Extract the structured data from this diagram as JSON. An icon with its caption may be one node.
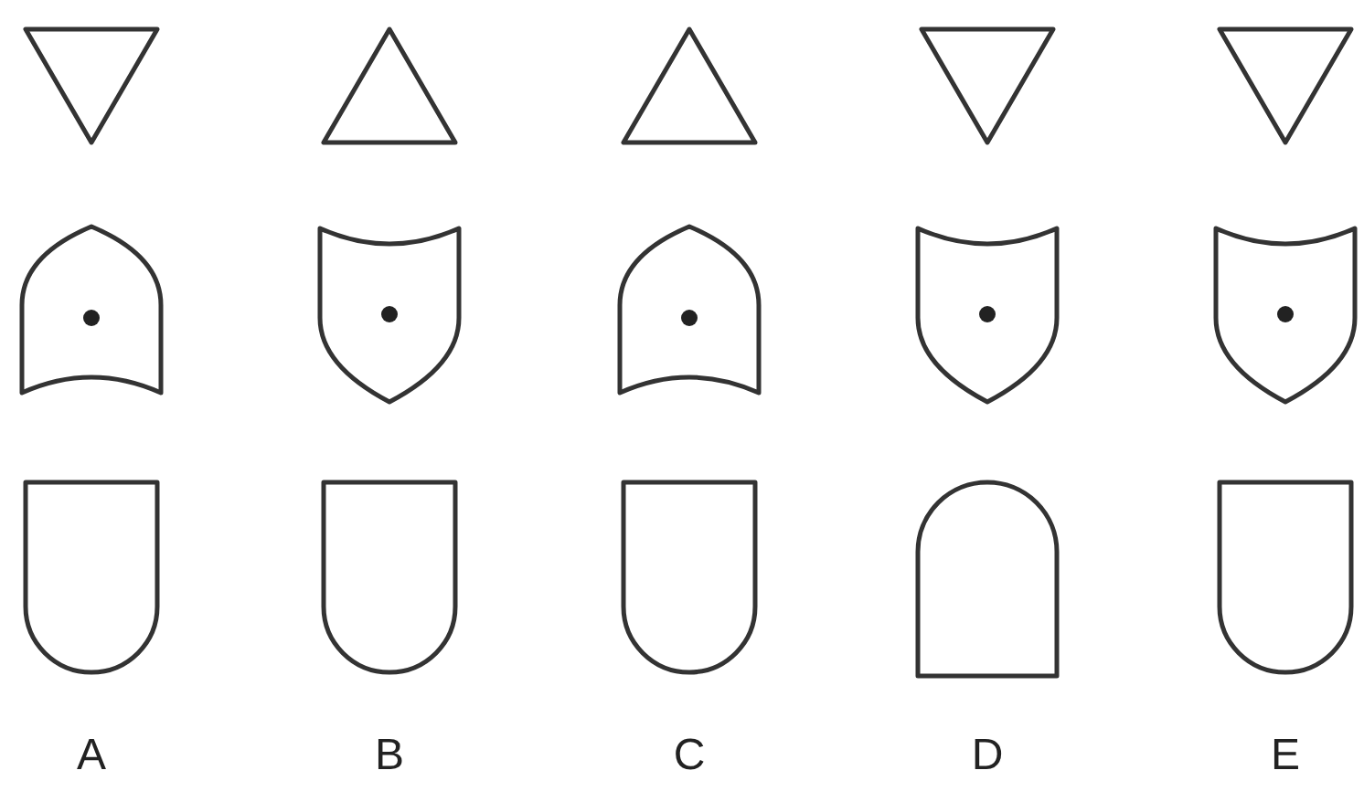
{
  "diagram": {
    "labels": [
      "A",
      "B",
      "C",
      "D",
      "E"
    ]
  }
}
